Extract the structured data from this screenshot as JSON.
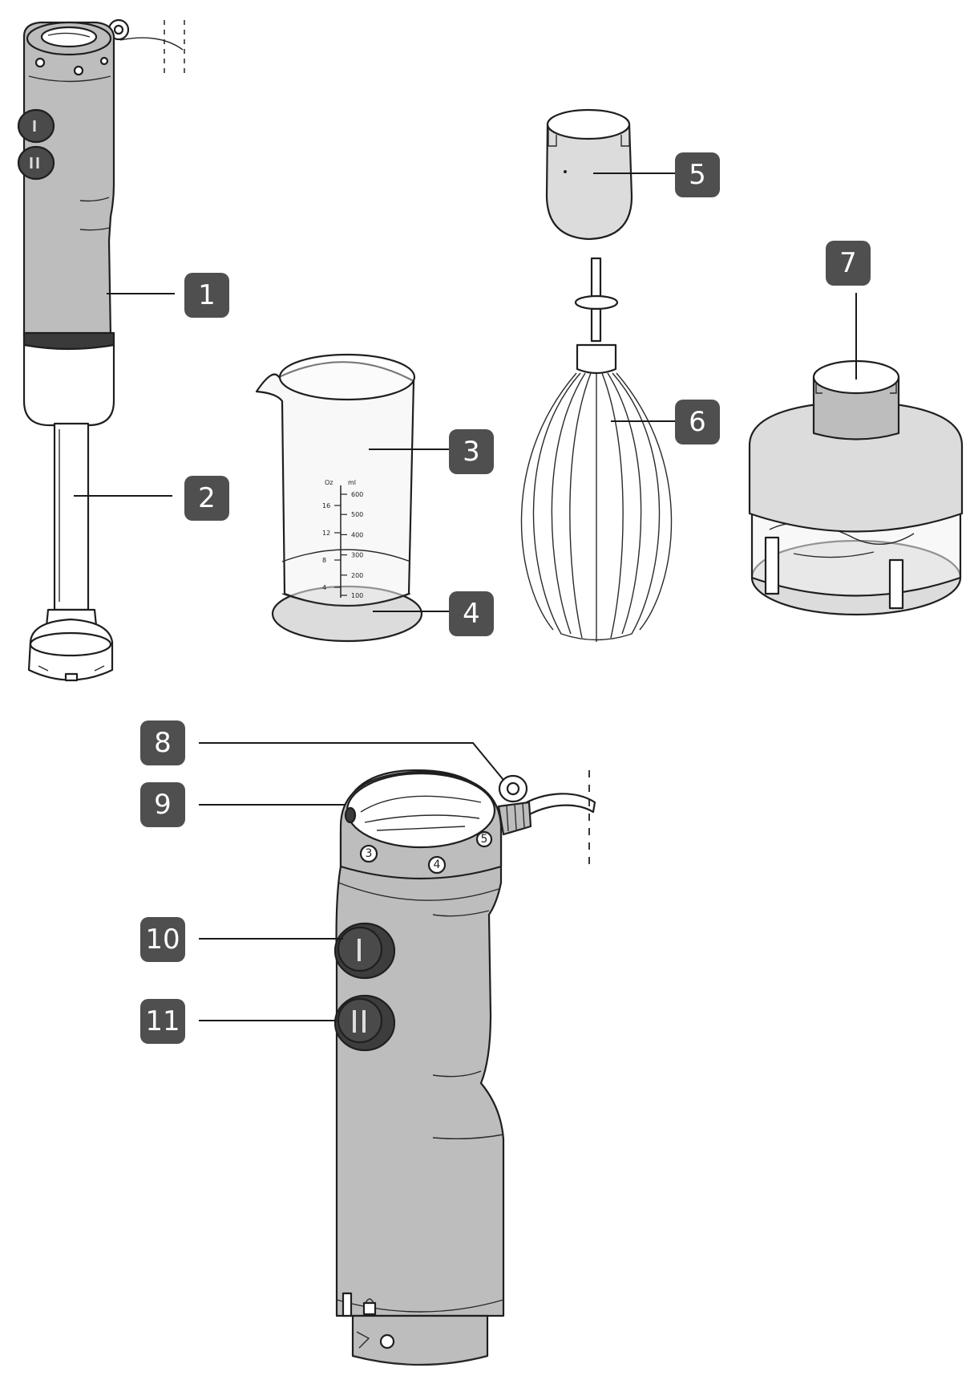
{
  "callouts": [
    {
      "id": "c1",
      "label": "1"
    },
    {
      "id": "c2",
      "label": "2"
    },
    {
      "id": "c3",
      "label": "3"
    },
    {
      "id": "c4",
      "label": "4"
    },
    {
      "id": "c5",
      "label": "5"
    },
    {
      "id": "c6",
      "label": "6"
    },
    {
      "id": "c7",
      "label": "7"
    },
    {
      "id": "c8",
      "label": "8"
    },
    {
      "id": "c9",
      "label": "9"
    },
    {
      "id": "c10",
      "label": "10"
    },
    {
      "id": "c11",
      "label": "11"
    }
  ],
  "beaker_scale": {
    "left_header": "Oz",
    "right_header": "ml",
    "left_marks": [
      "16",
      "12",
      "8",
      "4"
    ],
    "right_marks": [
      "600",
      "500",
      "400",
      "300",
      "200",
      "100"
    ]
  },
  "head_marks": [
    "3",
    "4",
    "5"
  ],
  "colors": {
    "badge": "#4f4f4f",
    "metal": "#bdbdbd",
    "outline": "#1f1f1f"
  }
}
